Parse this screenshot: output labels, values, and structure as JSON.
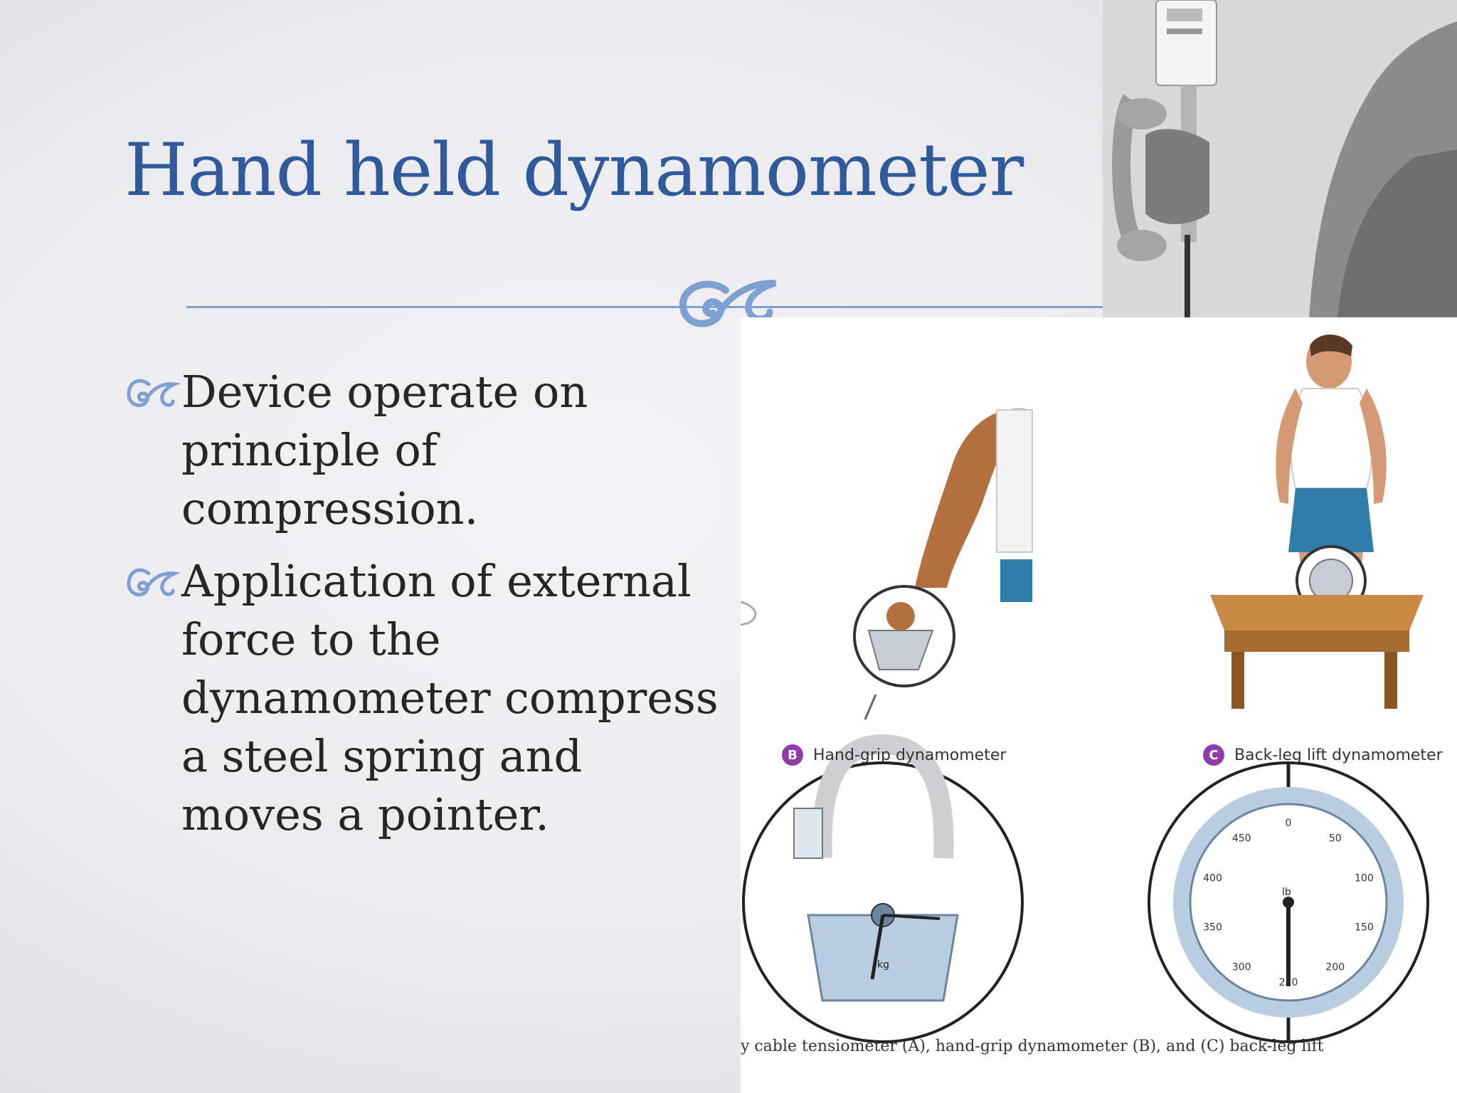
{
  "slide": {
    "title": "Hand held dynamometer",
    "bullets": [
      "Device operate on principle of compression.",
      "Application of external force to the dynamometer compress a steel spring and moves a pointer."
    ]
  },
  "figure": {
    "label_b_badge": "B",
    "label_b_text": "Hand-grip dynamometer",
    "label_c_badge": "C",
    "label_c_text": "Back-leg lift dynamometer",
    "caption": "y cable tensiometer (A), hand-grip dynamometer (B), and (C) back-leg lift",
    "grip_gauge_unit": "kg",
    "dial_unit": "lb",
    "dial_ticks": [
      "0",
      "50",
      "100",
      "150",
      "200",
      "250",
      "300",
      "350",
      "400",
      "450"
    ]
  },
  "colors": {
    "title": "#2f5a9c",
    "accent": "#7ea0d2",
    "text": "#262626",
    "badge": "#8e3aa8"
  }
}
